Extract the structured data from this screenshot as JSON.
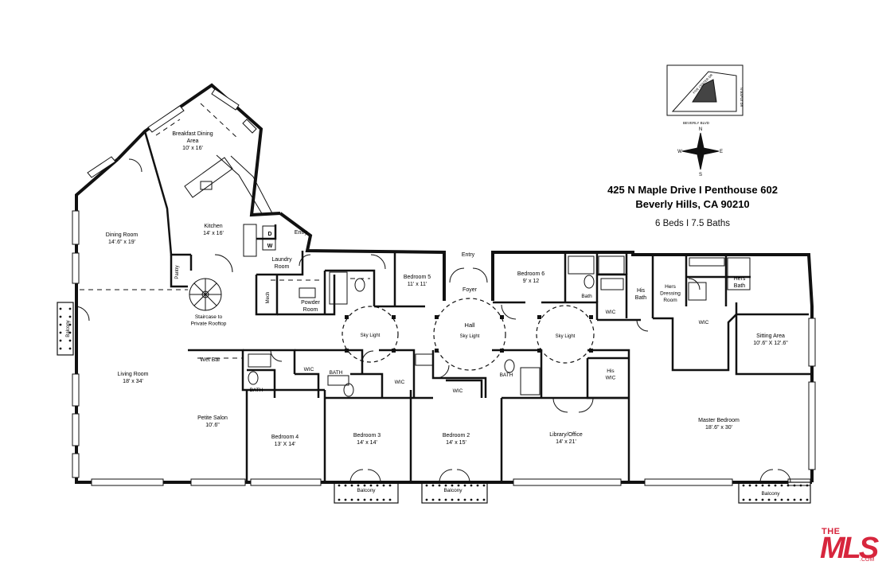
{
  "title": {
    "line1": "425 N Maple Drive I Penthouse 602",
    "line2": "Beverly Hills, CA 90210",
    "summary": "6 Beds I 7.5 Baths"
  },
  "rooms": [
    {
      "id": "breakfast",
      "name": "Breakfast Dining",
      "name2": "Area",
      "dims": "10' x 16'"
    },
    {
      "id": "dining",
      "name": "Dining Room",
      "dims": "14'.6\" x 19'"
    },
    {
      "id": "kitchen",
      "name": "Kitchen",
      "dims": "14' x 16'"
    },
    {
      "id": "entry_top",
      "name": "Entry"
    },
    {
      "id": "laundry",
      "name": "Laundry",
      "name2": "Room"
    },
    {
      "id": "pantry",
      "name": "Pantry"
    },
    {
      "id": "mech",
      "name": "Mech"
    },
    {
      "id": "powder",
      "name": "Powder",
      "name2": "Room"
    },
    {
      "id": "bedroom5",
      "name": "Bedroom 5",
      "dims": "11' x 11'"
    },
    {
      "id": "entry_mid",
      "name": "Entry"
    },
    {
      "id": "foyer",
      "name": "Foyer"
    },
    {
      "id": "bedroom6",
      "name": "Bedroom 6",
      "dims": "9' x 12"
    },
    {
      "id": "bath_b6",
      "name": "Bath"
    },
    {
      "id": "his_bath",
      "name": "His",
      "name2": "Bath"
    },
    {
      "id": "hers_dressing",
      "name": "Hers",
      "name2": "Dressing",
      "name3": "Room"
    },
    {
      "id": "hers_bath",
      "name": "Hers",
      "name2": "Bath"
    },
    {
      "id": "wic_top",
      "name": "WIC"
    },
    {
      "id": "wic_hers",
      "name": "WIC"
    },
    {
      "id": "staircase",
      "name": "Staircase to",
      "name2": "Private Rooftop"
    },
    {
      "id": "balcony_left",
      "name": "Balcony"
    },
    {
      "id": "skylight1",
      "name": "Sky Light"
    },
    {
      "id": "hall",
      "name": "Hall"
    },
    {
      "id": "skylight2",
      "name": "Sky Light"
    },
    {
      "id": "skylight3",
      "name": "Sky Light"
    },
    {
      "id": "sitting",
      "name": "Sitting Area",
      "dims": "10'.6\" X 12'.6\""
    },
    {
      "id": "wetbar",
      "name": "Wet Bar"
    },
    {
      "id": "living",
      "name": "Living Room",
      "dims": "18' x 34'"
    },
    {
      "id": "petite",
      "name": "Petite Salon",
      "dims": "10'.6\""
    },
    {
      "id": "bath_b4",
      "name": "BATH"
    },
    {
      "id": "wic_b4",
      "name": "WIC"
    },
    {
      "id": "bath_b3",
      "name": "BATH"
    },
    {
      "id": "wic_b3",
      "name": "WIC"
    },
    {
      "id": "wic_b2",
      "name": "WIC"
    },
    {
      "id": "bath_b2",
      "name": "BATH"
    },
    {
      "id": "his_wic",
      "name": "His",
      "name2": "WIC"
    },
    {
      "id": "master",
      "name": "Master Bedroom",
      "dims": "18'.6\" x 30'"
    },
    {
      "id": "bedroom4",
      "name": "Bedroom 4",
      "dims": "13' X 14'"
    },
    {
      "id": "bedroom3",
      "name": "Bedroom 3",
      "dims": "14' x 14'"
    },
    {
      "id": "bedroom2",
      "name": "Bedroom 2",
      "dims": "14' x 15'"
    },
    {
      "id": "library",
      "name": "Library/Office",
      "dims": "14' x 21'"
    },
    {
      "id": "balcony_b3",
      "name": "Balcony"
    },
    {
      "id": "balcony_b2",
      "name": "Balcony"
    },
    {
      "id": "balcony_master",
      "name": "Balcony"
    }
  ],
  "appliances": {
    "washer": "W",
    "dryer": "D"
  },
  "compass": {
    "n": "N",
    "s": "S",
    "e": "E",
    "w": "W"
  },
  "site_map": {
    "street1": "FIVE CENTER DR",
    "street2": "BEVERLY BLVD",
    "street3": "N MAPLE DR"
  },
  "logo": {
    "the": "THE",
    "mls": "MLS",
    "com": ".COM"
  },
  "colors": {
    "wall": "#111111",
    "logo": "#d7263d",
    "background": "#ffffff"
  }
}
